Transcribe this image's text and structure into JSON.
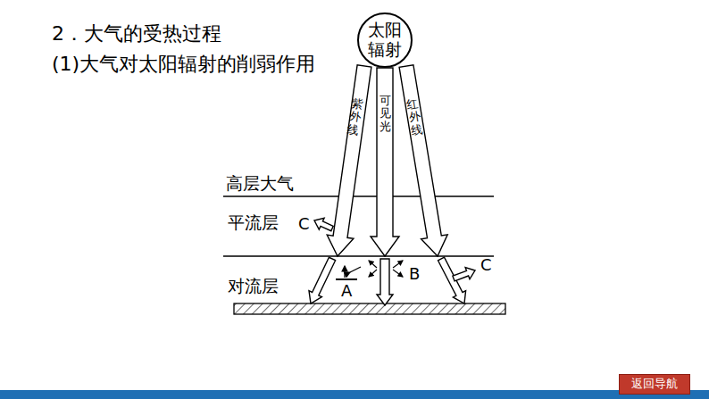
{
  "diagram": {
    "title": "2．大气的受热过程",
    "nodes": [
      {
        "text": [
          "太阳 辐射"
        ]
      },
      {
        "text": [
          "返回导航"
        ]
      }
    ],
    "labels": [
      "(1)大气对太阳辐射的削弱作用",
      "紫外线",
      "可见光",
      "红外线",
      "高层大气",
      "平流层",
      "C",
      "对流层",
      "A",
      "B",
      "C"
    ]
  }
}
